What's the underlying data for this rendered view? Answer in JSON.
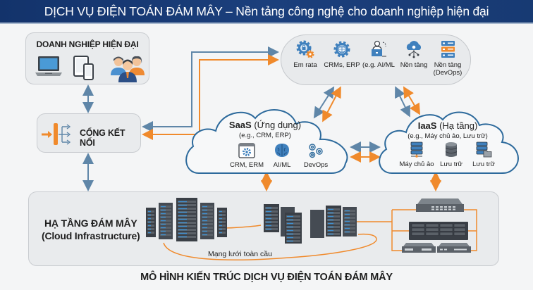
{
  "header": {
    "title": "DỊCH VỤ ĐIỆN TOÁN ĐÁM MÂY – Nền tảng công nghệ cho doanh nghiệp hiện đại"
  },
  "enterprise": {
    "title": "DOANH NGHIỆP HIỆN ĐẠI",
    "icons": [
      "laptop-icon",
      "tablet-phone-icon",
      "users-group-icon"
    ]
  },
  "gateway": {
    "title": "CỔNG KẾT NỐI",
    "icon": "gateway-icon"
  },
  "services_bar": {
    "items": [
      {
        "label": "Em rata",
        "icon": "security-gear-icon"
      },
      {
        "label": "CRMs, ERP",
        "icon": "globe-gear-icon"
      },
      {
        "label": "(e.g. AI/ML",
        "icon": "user-laptop-icon"
      },
      {
        "label": "Nền tảng",
        "icon": "cloud-network-icon"
      },
      {
        "label": "Nền tảng",
        "label2": "(DevOps)",
        "icon": "server-rack-icon"
      }
    ]
  },
  "saas": {
    "title_bold": "SaaS",
    "title_rest": " (Ứng dụng)",
    "subtitle": "(e.g., CRM, ERP)",
    "items": [
      {
        "label": "CRM, ERM",
        "icon": "app-window-gear-icon"
      },
      {
        "label": "AI/ML",
        "icon": "brain-icon"
      },
      {
        "label": "DevOps",
        "icon": "gears-icon"
      }
    ]
  },
  "iaas": {
    "title_bold": "IaaS",
    "title_rest": " (Hạ tầng)",
    "subtitle": "(e.g., Máy chủ ảo, Lưu trữ)",
    "items": [
      {
        "label": "Máy chủ ảo",
        "icon": "virtual-server-icon"
      },
      {
        "label": "Lưu trữ",
        "icon": "database-icon"
      },
      {
        "label": "Lưu trữ",
        "icon": "storage-folder-icon"
      }
    ]
  },
  "infrastructure": {
    "title_line1": "HẠ TẦNG ĐÁM MÂY",
    "title_line2": "(Cloud Infrastructure)",
    "network_label": "Mạng lưới toàn cầu"
  },
  "footer": {
    "caption": "MÔ HÌNH KIẾN TRÚC DỊCH VỤ ĐIỆN TOÁN ĐÁM MÂY"
  },
  "colors": {
    "header_bg": "#173a73",
    "blue_arrow": "#5f86a8",
    "orange_arrow": "#f08a2c",
    "cloud_stroke": "#2d6a9c",
    "server_dark": "#3a3f46",
    "server_led": "#3e8fd0"
  }
}
